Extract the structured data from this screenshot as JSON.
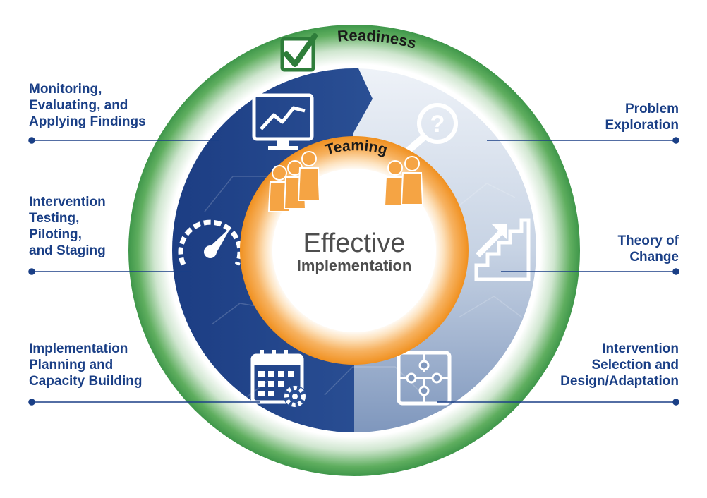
{
  "colors": {
    "outer_ring": "#2e8b3c",
    "inner_dark_blue": "#1e3f84",
    "inner_light_blue": "#d0dbe9",
    "orange": "#f29a2e",
    "label_blue": "#1a3f86",
    "center_text": "#4d4d4d"
  },
  "outer_ring": {
    "label": "Readiness"
  },
  "orange_ring": {
    "label": "Teaming"
  },
  "center": {
    "title": "Effective",
    "subtitle": "Implementation"
  },
  "stages": {
    "monitoring": {
      "lines": [
        "Monitoring,",
        "Evaluating, and",
        "Applying Findings"
      ],
      "icon": "line-chart-monitor-icon"
    },
    "testing": {
      "lines": [
        "Intervention",
        "Testing,",
        "Piloting,",
        "and Staging"
      ],
      "icon": "speedometer-icon"
    },
    "planning": {
      "lines": [
        "Implementation",
        "Planning and",
        "Capacity Building"
      ],
      "icon": "calendar-gear-icon"
    },
    "problem": {
      "lines": [
        "Problem",
        "Exploration"
      ],
      "icon": "magnifier-question-icon"
    },
    "theory": {
      "lines": [
        "Theory of",
        "Change"
      ],
      "icon": "stairs-arrow-icon"
    },
    "selection": {
      "lines": [
        "Intervention",
        "Selection and",
        "Design/Adaptation"
      ],
      "icon": "puzzle-icon"
    }
  }
}
